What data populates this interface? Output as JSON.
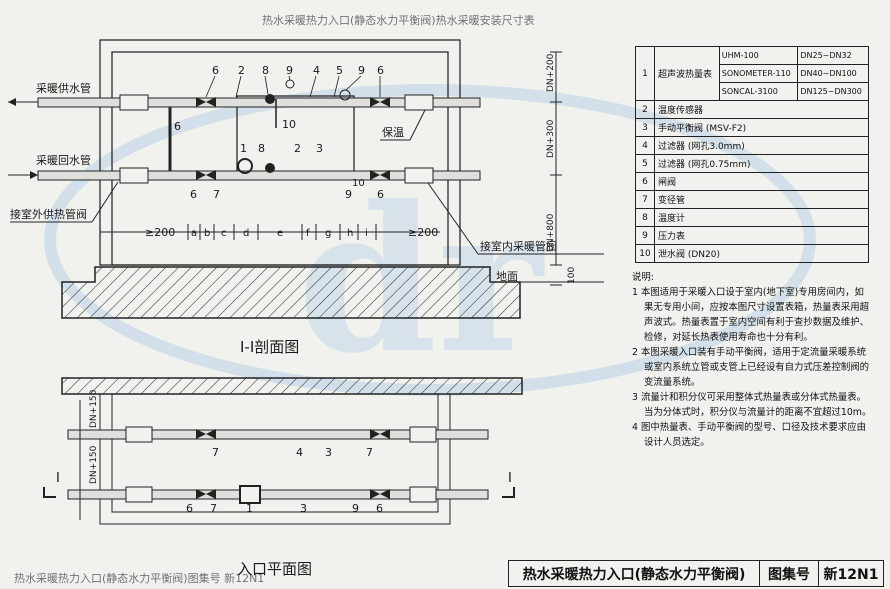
{
  "page": {
    "ghost_top": "热水采暖热力入口(静态水力平衡阀)热水采暖安装尺寸表",
    "ghost_bottom": "热水采暖热力入口(静态水力平衡阀)图集号 新12N1"
  },
  "drawing": {
    "supply_label": "采暖供水管",
    "return_label": "采暖回水管",
    "outdoor_valve_label": "接室外供热管阀",
    "indoor_valve_label": "接室内采暖管阀",
    "insulation_label": "保温",
    "ground_label": "地面",
    "section_title": "I-I剖面图",
    "plan_title": "入口平面图",
    "dim_left": "≥200",
    "dim_right": "≥200",
    "segments": [
      "a",
      "b",
      "c",
      "d",
      "e",
      "f",
      "g",
      "h",
      "i"
    ],
    "dim_dn200": "DN+200",
    "dim_dn300": "DN+300",
    "dim_dn800": "DN+800",
    "dim_100": "100",
    "dim_dn150a": "DN+150",
    "dim_dn150b": "DN+150",
    "section_mark": "I",
    "upper_nums": [
      "6",
      "2",
      "8",
      "9",
      "4",
      "5",
      "9",
      "6"
    ],
    "upper_num_10": "10",
    "mid_nums": [
      "8",
      "1",
      "2",
      "3"
    ],
    "lower_nums": [
      "6",
      "7",
      "9",
      "6"
    ],
    "lower_num_10": "10",
    "upper_pipe_num": "6",
    "plan_upper_nums": [
      "7",
      "4",
      "3",
      "7"
    ],
    "plan_lower_nums": [
      "6",
      "7",
      "1",
      "3",
      "9",
      "6"
    ]
  },
  "legend": {
    "items": [
      {
        "no": "1",
        "name": "超声波热量表",
        "models": [
          {
            "model": "UHM-100",
            "range": "DN25~DN32"
          },
          {
            "model": "SONOMETER-110",
            "range": "DN40~DN100"
          },
          {
            "model": "SONCAL-3100",
            "range": "DN125~DN300"
          }
        ]
      },
      {
        "no": "2",
        "name": "温度传感器"
      },
      {
        "no": "3",
        "name": "手动平衡阀 (MSV-F2)"
      },
      {
        "no": "4",
        "name": "过滤器 (网孔3.0mm)"
      },
      {
        "no": "5",
        "name": "过滤器 (网孔0.75mm)"
      },
      {
        "no": "6",
        "name": "闸阀"
      },
      {
        "no": "7",
        "name": "变径管"
      },
      {
        "no": "8",
        "name": "温度计"
      },
      {
        "no": "9",
        "name": "压力表"
      },
      {
        "no": "10",
        "name": "泄水阀 (DN20)"
      }
    ]
  },
  "notes": {
    "title": "说明:",
    "items": [
      "1 本图适用于采暖入口设于室内(地下室)专用房间内，如果无专用小间，应按本图尺寸设置表箱，热量表采用超声波式。热量表置于室内空间有利于查抄数据及维护、检修，对延长热表使用寿命也十分有利。",
      "2 本图采暖入口装有手动平衡阀，适用于定流量采暖系统或室内系统立管或支管上已经设有自力式压差控制阀的变流量系统。",
      "3 流量计和积分仪可采用整体式热量表或分体式热量表。当为分体式时，积分仪与流量计的距离不宜超过10m。",
      "4 图中热量表、手动平衡阀的型号、口径及技术要求应由设计人员选定。"
    ]
  },
  "title_block": {
    "title": "热水采暖热力入口(静态水力平衡阀)",
    "atlas_label": "图集号",
    "atlas_no": "新12N1"
  },
  "colors": {
    "ink": "#1b1b1b",
    "paper": "#f1f2ee",
    "watermark": "#b9cfe6"
  }
}
